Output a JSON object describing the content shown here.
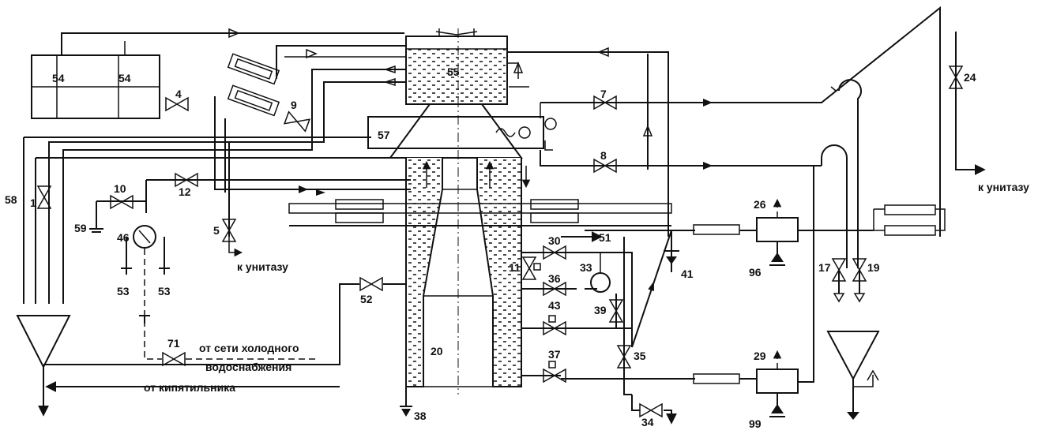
{
  "labels": {
    "n1": "1",
    "n4": "4",
    "n5": "5",
    "n7": "7",
    "n8": "8",
    "n9": "9",
    "n10": "10",
    "n11": "11",
    "n12": "12",
    "n17": "17",
    "n19": "19",
    "n20": "20",
    "n24": "24",
    "n26": "26",
    "n29": "29",
    "n30": "30",
    "n33": "33",
    "n34": "34",
    "n35": "35",
    "n36": "36",
    "n37": "37",
    "n38": "38",
    "n39": "39",
    "n41": "41",
    "n43": "43",
    "n46": "46",
    "n51": "51",
    "n52": "52",
    "n53a": "53",
    "n53b": "53",
    "n54a": "54",
    "n54b": "54",
    "n55": "55",
    "n57": "57",
    "n58": "58",
    "n59": "59",
    "n71": "71",
    "n96": "96",
    "n99": "99"
  },
  "captions": {
    "toilet_1": "к унитазу",
    "toilet_2": "к унитазу",
    "cold_water_1": "от сети холодного",
    "cold_water_2": "водоснабжения",
    "from_boiler": "от кипятильника"
  }
}
